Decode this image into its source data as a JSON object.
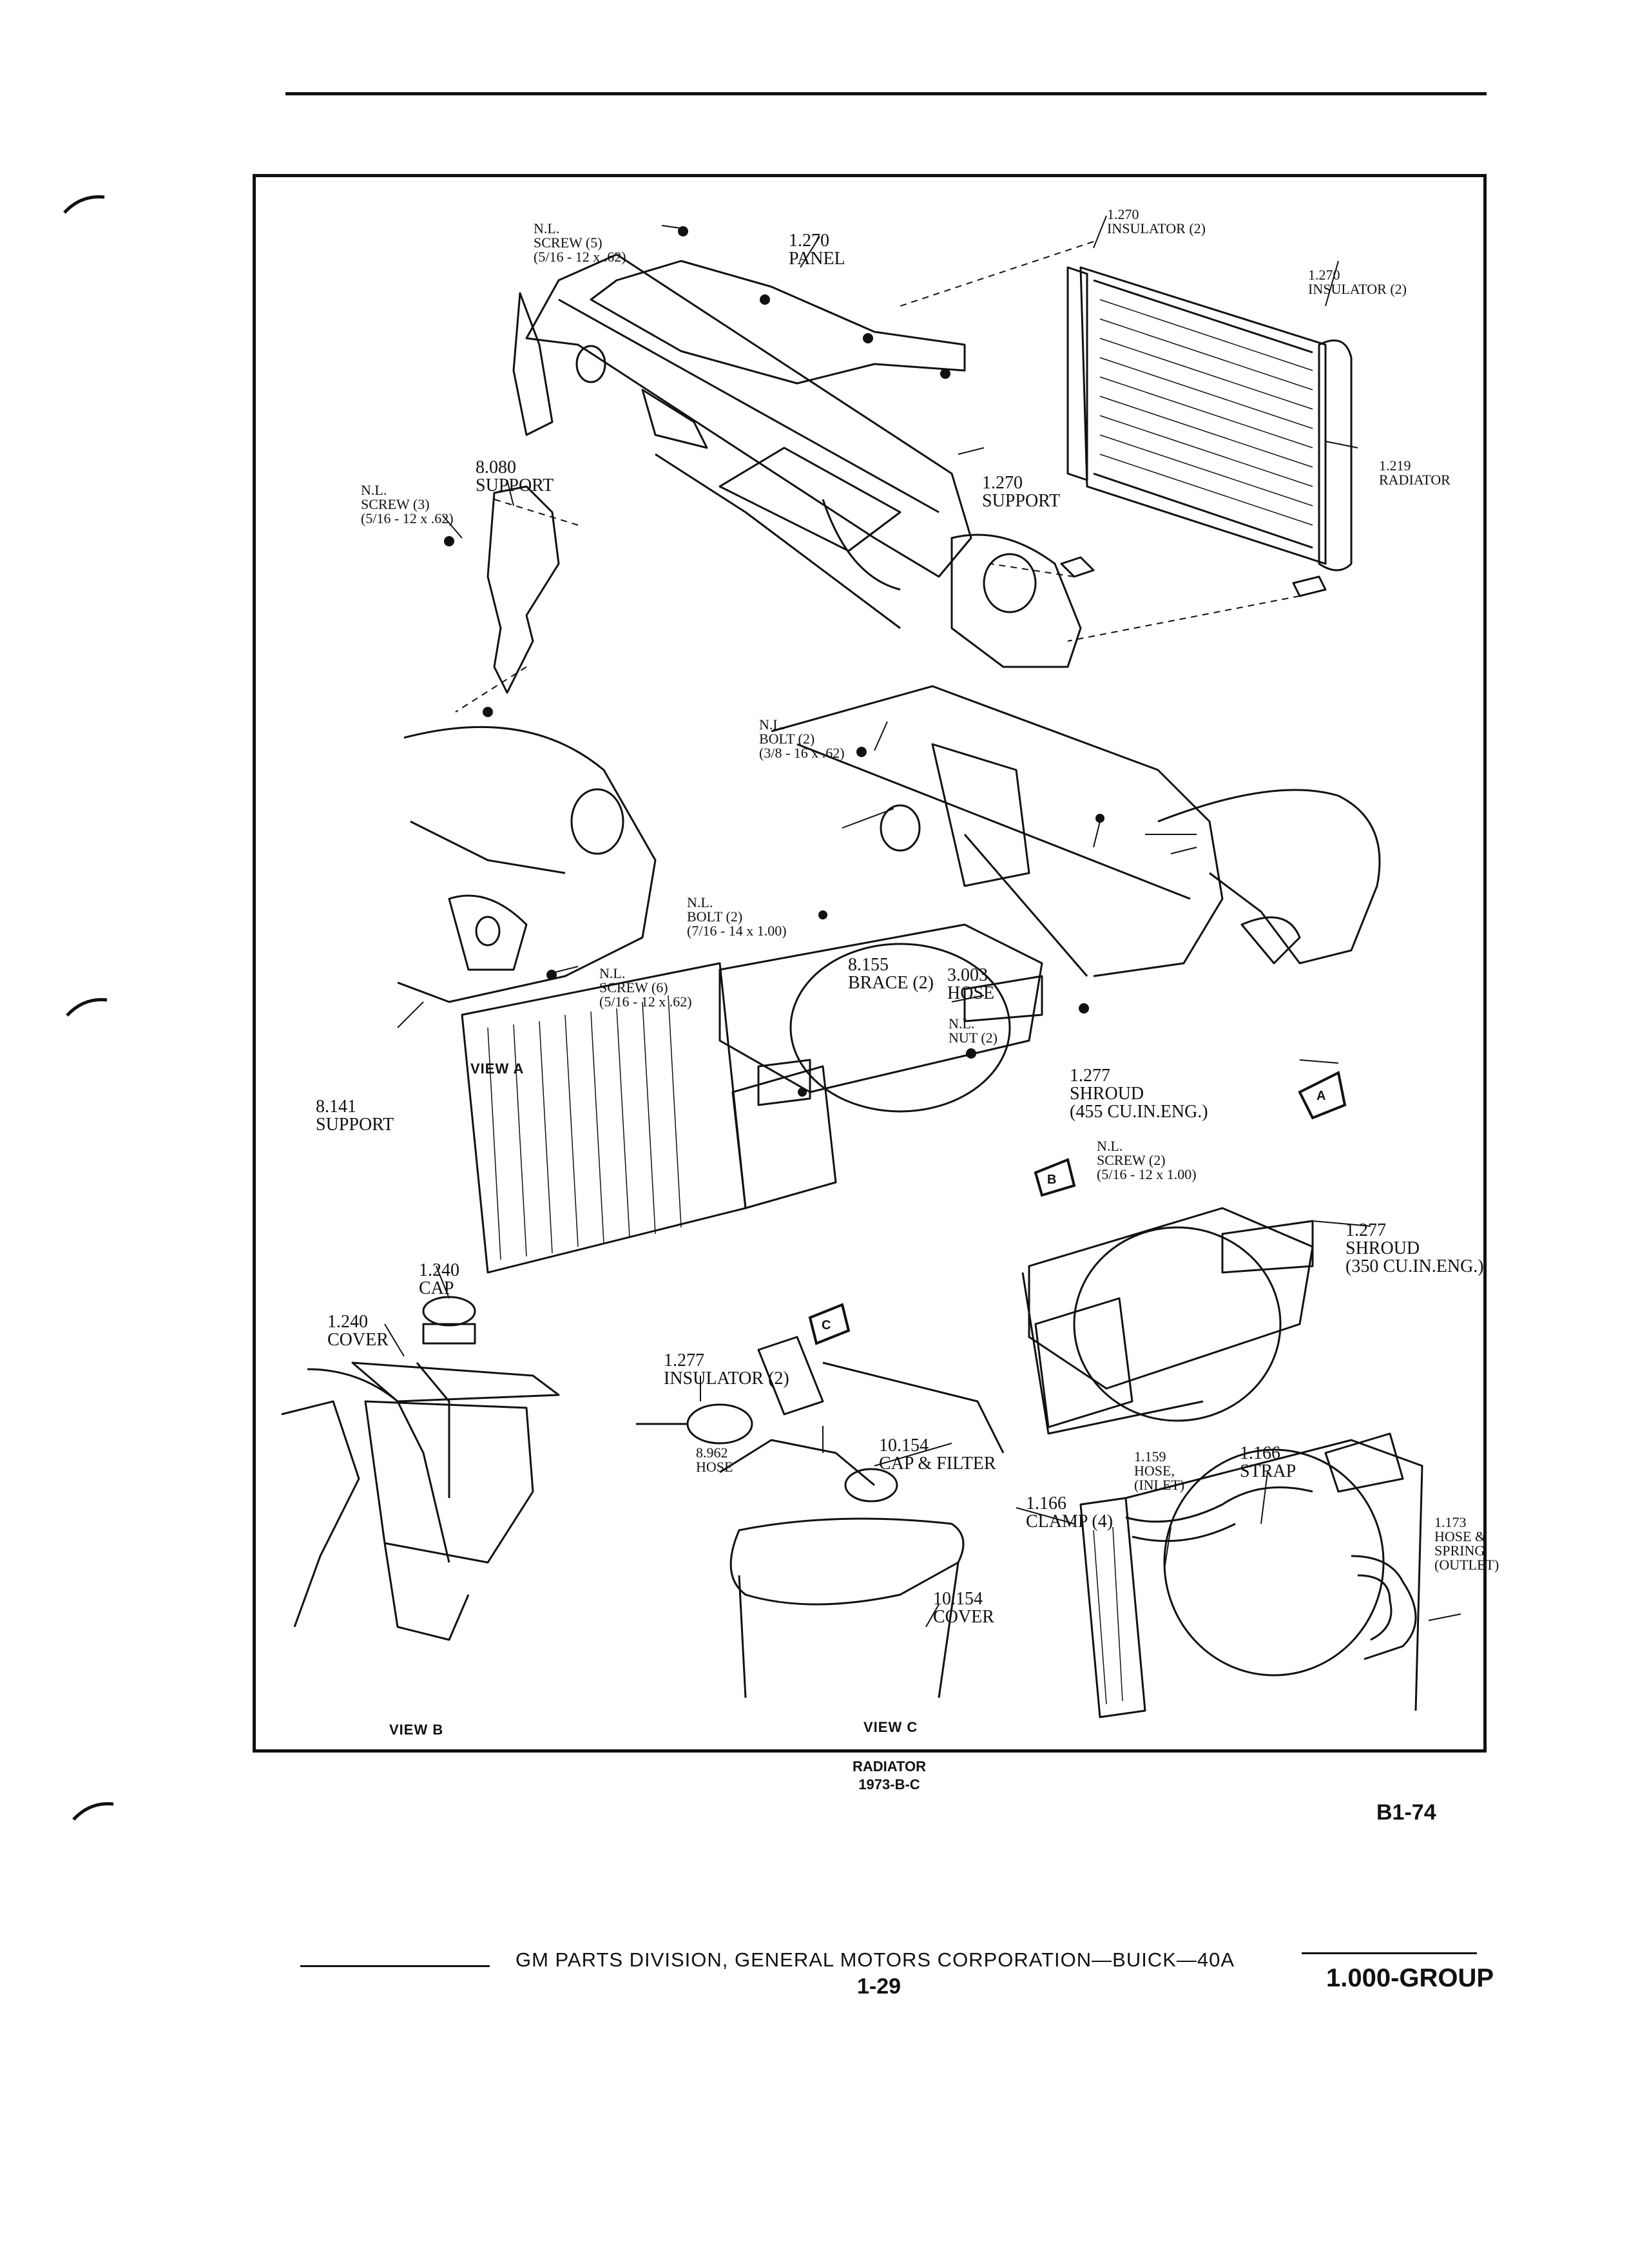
{
  "header": {
    "rule": true
  },
  "figure": {
    "callouts": {
      "screw5": [
        "N.L.",
        "SCREW (5)",
        "(5/16 - 12 x .62)"
      ],
      "panel": [
        "1.270",
        "PANEL"
      ],
      "insulator_top1": [
        "1.270",
        "INSULATOR (2)"
      ],
      "insulator_top2": [
        "1.270",
        "INSULATOR (2)"
      ],
      "radiator": [
        "1.219",
        "RADIATOR"
      ],
      "support_8080": [
        "8.080",
        "SUPPORT"
      ],
      "screw3": [
        "N.L.",
        "SCREW (3)",
        "(5/16 - 12 x .62)"
      ],
      "support_1270": [
        "1.270",
        "SUPPORT"
      ],
      "bolt2_a": [
        "N.L.",
        "BOLT (2)",
        "(3/8 - 16 x .62)"
      ],
      "bolt2_b": [
        "N.L.",
        "BOLT (2)",
        "(7/16 - 14 x 1.00)"
      ],
      "brace": [
        "8.155",
        "BRACE (2)"
      ],
      "hose_3003": [
        "3.003",
        "HOSE"
      ],
      "screw6": [
        "N.L.",
        "SCREW (6)",
        "(5/16 - 12 x .62)"
      ],
      "nut2": [
        "N.L.",
        "NUT (2)"
      ],
      "support_8141": [
        "8.141",
        "SUPPORT"
      ],
      "shroud_455": [
        "1.277",
        "SHROUD",
        "(455 CU.IN.ENG.)"
      ],
      "screw2": [
        "N.L.",
        "SCREW (2)",
        "(5/16 - 12 x 1.00)"
      ],
      "shroud_350": [
        "1.277",
        "SHROUD",
        "(350 CU.IN.ENG.)"
      ],
      "cap": [
        "1.240",
        "CAP"
      ],
      "cover_1240": [
        "1.240",
        "COVER"
      ],
      "insulator_1277": [
        "1.277",
        "INSULATOR (2)"
      ],
      "cap_filter": [
        "10.154",
        "CAP & FILTER"
      ],
      "hose_8962": [
        "8.962",
        "HOSE"
      ],
      "cover_10154": [
        "10.154",
        "COVER"
      ],
      "hose_inlet": [
        "1.159",
        "HOSE,",
        "(INLET)"
      ],
      "strap": [
        "1.166",
        "STRAP"
      ],
      "clamp": [
        "1.166",
        "CLAMP (4)"
      ],
      "hose_outlet": [
        "1.173",
        "HOSE &",
        "SPRING",
        "(OUTLET)"
      ]
    },
    "views": {
      "a": "VIEW A",
      "b": "VIEW B",
      "c": "VIEW C"
    },
    "markers": {
      "a": "A",
      "b": "B",
      "c": "C"
    }
  },
  "caption": {
    "line1": "RADIATOR",
    "line2": "1973-B-C"
  },
  "page_code": "B1-74",
  "footer": {
    "text": "GM PARTS DIVISION, GENERAL MOTORS CORPORATION—BUICK—40A",
    "page": "1-29",
    "group": "1.000-GROUP"
  }
}
